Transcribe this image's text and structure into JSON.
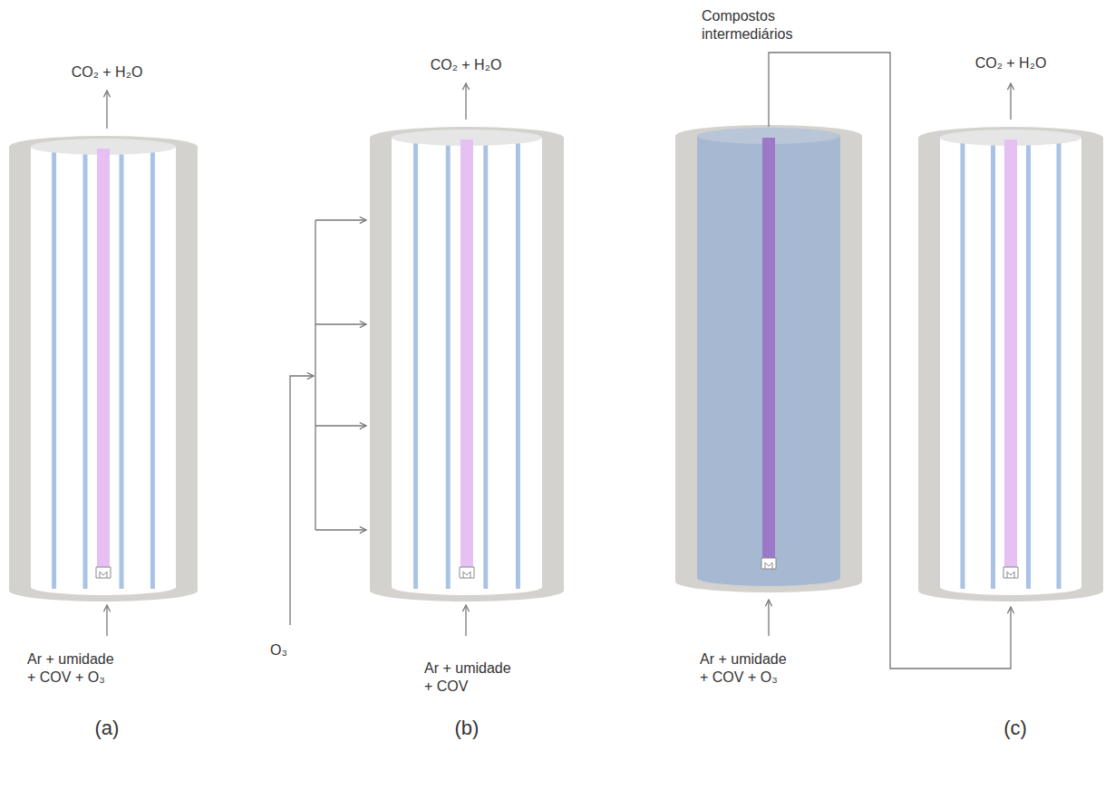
{
  "diagram": {
    "labels": [
      "CO₂ + H₂O",
      "Ar + umidade + COV + O₃",
      "(a)",
      "CO₂ + H₂O",
      "O₃",
      "Ar + umidade + COV",
      "(b)",
      "Compostos intermediários",
      "CO₂ + H₂O",
      "Ar + umidade + COV + O₃",
      "(c)"
    ]
  }
}
